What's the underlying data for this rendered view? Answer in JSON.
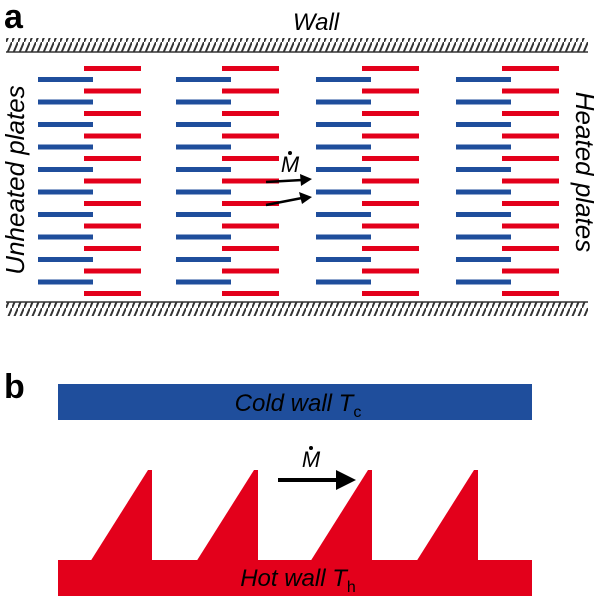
{
  "panel_a": {
    "label": "a",
    "wall_label": "Wall",
    "left_label": "Unheated plates",
    "right_label": "Heated plates",
    "flow_label": "M",
    "plate_columns": 4,
    "plates_per_column": 10
  },
  "panel_b": {
    "label": "b",
    "cold_wall_label": "Cold wall T",
    "cold_wall_sub": "c",
    "hot_wall_label": "Hot wall T",
    "hot_wall_sub": "h",
    "flow_label": "M",
    "sawtooth_count": 4
  },
  "colors": {
    "unheated": "#1f4e9c",
    "heated": "#e3001b",
    "cold_wall": "#1f4e9c",
    "hot_wall": "#e3001b",
    "wall": "#555555"
  }
}
